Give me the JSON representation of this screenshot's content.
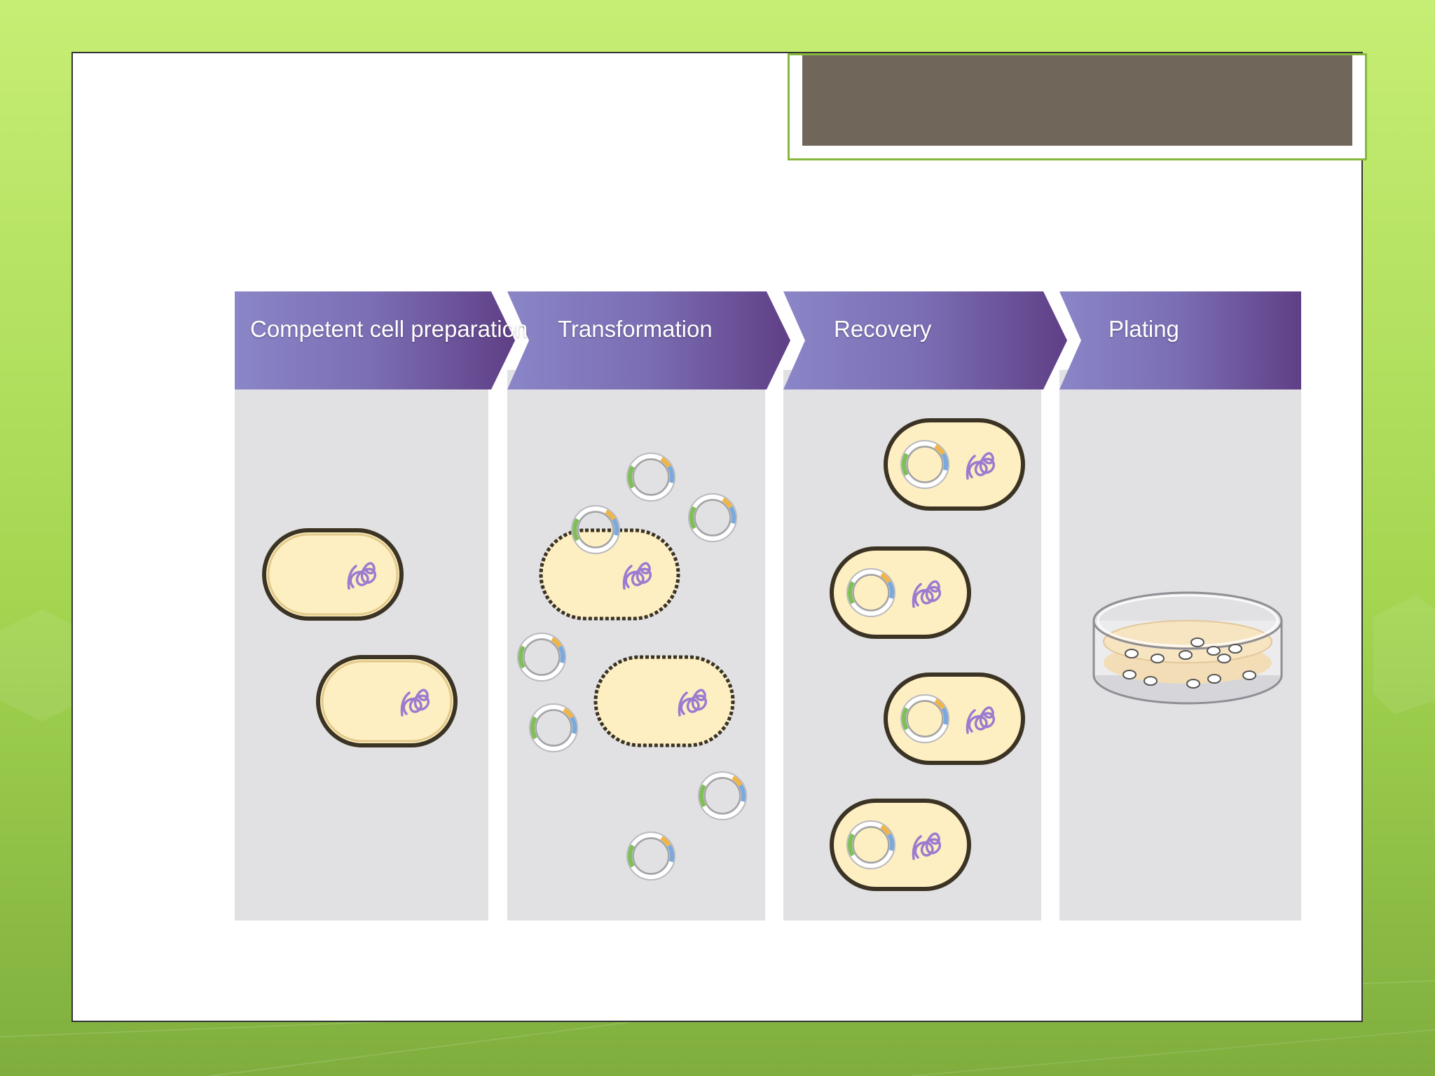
{
  "slide": {
    "title_text": "",
    "theme_colors": {
      "background_green": "#a4d651",
      "title_bar": "#71665a",
      "title_border": "#86b83e",
      "header_purple": "#7b6db3",
      "panel_gray": "#e1e1e3",
      "cell_fill": "#fdefc2",
      "cell_border": "#3b3323",
      "chromosome": "#9b7bd0"
    }
  },
  "diagram": {
    "stages": [
      {
        "label": "Competent cell preparation",
        "icon": "bacteria-cells"
      },
      {
        "label": "Transformation",
        "icon": "plasmid-uptake"
      },
      {
        "label": "Recovery",
        "icon": "transformed-cells"
      },
      {
        "label": "Plating",
        "icon": "petri-dish"
      }
    ]
  }
}
